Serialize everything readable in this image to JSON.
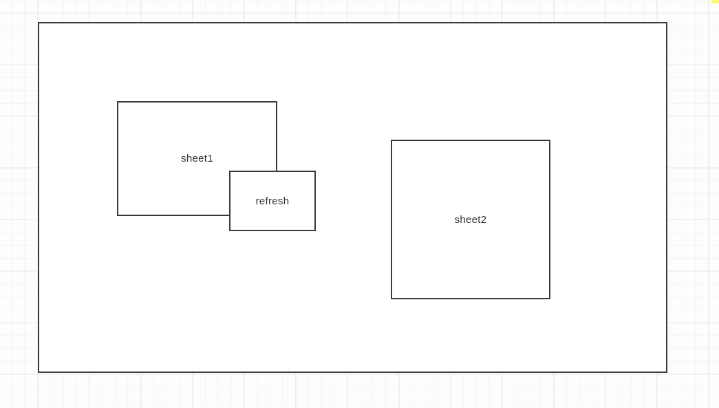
{
  "canvas": {
    "background_color": "#fdfdfd",
    "grid_minor_color": "#f4f4f4",
    "grid_major_color": "#e7e7e7",
    "shape_border_color": "#3a3a3a",
    "shape_fill_color": "#ffffff",
    "label_text_color": "#333333",
    "marker_color": "#fbf874"
  },
  "shapes": {
    "container": {
      "label": ""
    },
    "sheet1": {
      "label": "sheet1"
    },
    "refresh": {
      "label": "refresh"
    },
    "sheet2": {
      "label": "sheet2"
    }
  }
}
